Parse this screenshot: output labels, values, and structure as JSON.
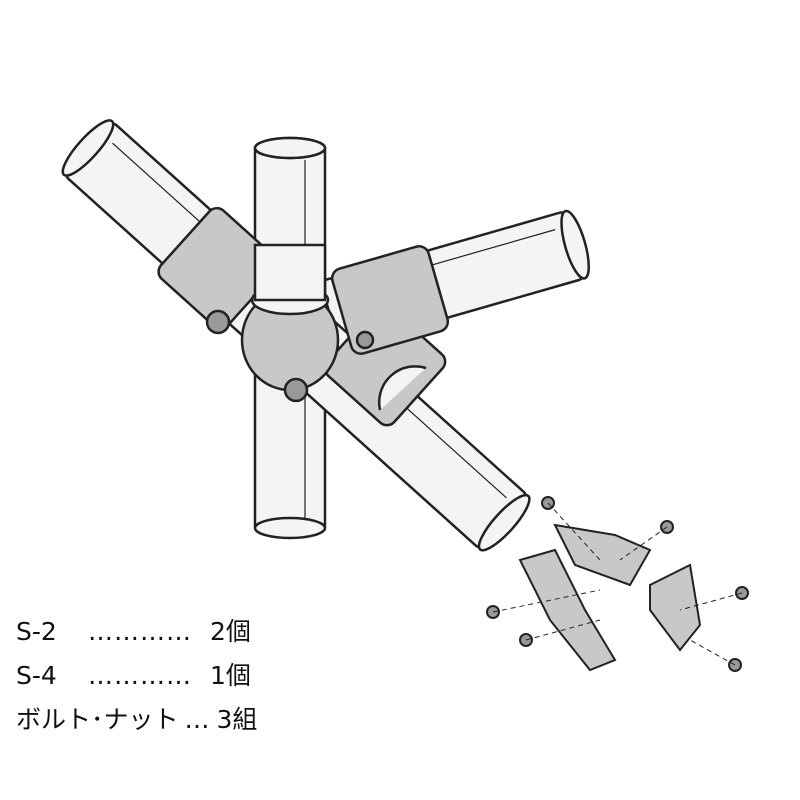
{
  "parts_list": [
    {
      "name": "S-2",
      "leader": "…………",
      "qty": "2個"
    },
    {
      "name": "S-4",
      "leader": "…………",
      "qty": "1個"
    },
    {
      "name": "ボルト･ナット",
      "leader": "…",
      "qty": "3組"
    }
  ],
  "colors": {
    "pipe": "#f4f4f4",
    "joint": "#c8c8c8",
    "outline": "#222222"
  }
}
